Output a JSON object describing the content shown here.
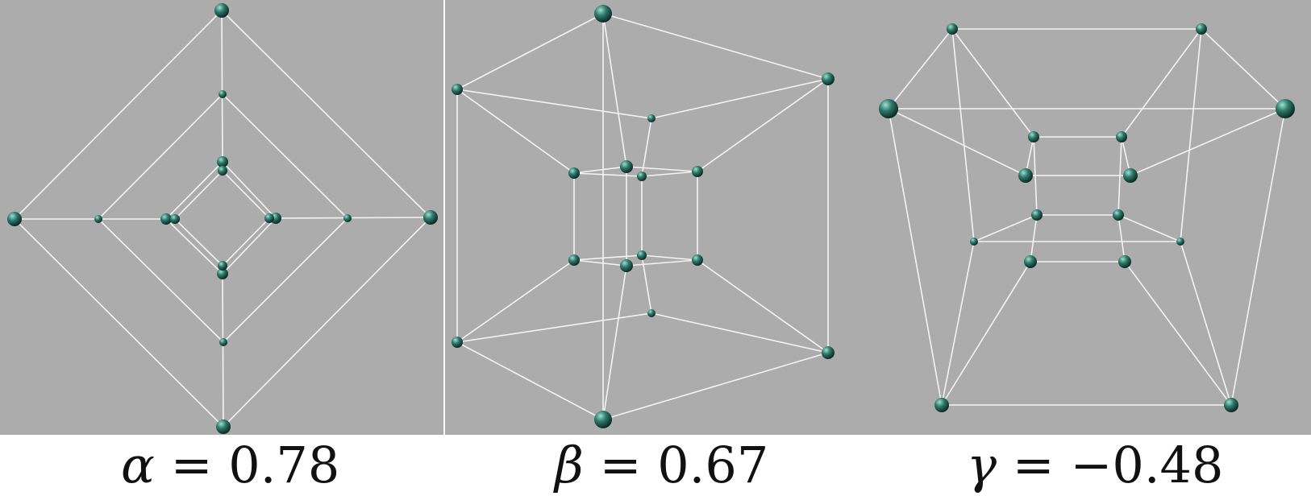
{
  "figure": {
    "node_color": "#2e7a6c",
    "edge_color": "#f4f4f4",
    "background_color": "#acacac",
    "panels": [
      {
        "id": "alpha",
        "symbol": "α",
        "equals": "=",
        "value": "0.78",
        "projection": "tesseract-diamond"
      },
      {
        "id": "beta",
        "symbol": "β",
        "equals": "=",
        "value": "0.67",
        "projection": "tesseract-hexagonal-prism"
      },
      {
        "id": "gamma",
        "symbol": "γ",
        "equals": "=",
        "value": "−0.48",
        "projection": "tesseract-trapezoid"
      }
    ]
  }
}
